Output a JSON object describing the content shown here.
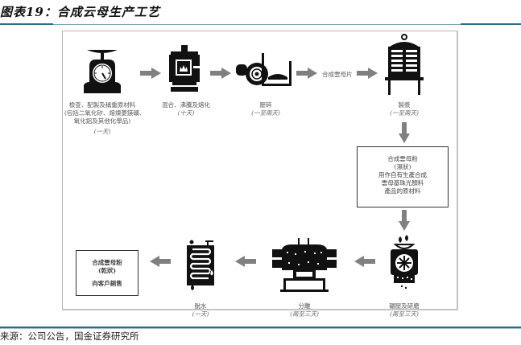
{
  "figure": {
    "title": "图表19：合成云母生产工艺",
    "source": "来源：公司公告，国金证券研究所"
  },
  "diagram": {
    "steps": [
      {
        "id": "inspect",
        "icon": "scale-icon",
        "lines": [
          "檢查、配製及稱重原材料",
          "(包括二氧化矽、熔煉菱鎂礦、",
          "氧化鋁及其他化學品)"
        ],
        "duration": "(一天)"
      },
      {
        "id": "mix",
        "icon": "furnace-icon",
        "lines": [
          "混合、沸騰及熔化"
        ],
        "duration": "(十天)"
      },
      {
        "id": "crush",
        "icon": "crusher-icon",
        "lines": [
          "壓碎"
        ],
        "duration": "(一至兩天)"
      },
      {
        "id": "intermediate",
        "text": "合成雲母片"
      },
      {
        "id": "peel",
        "icon": "press-icon",
        "lines": [
          "製漿"
        ],
        "duration": "(一至兩天)"
      },
      {
        "id": "wet-powder",
        "box_lines": [
          "合成雲母粉",
          "(濕狀)",
          "用作自有生產合成",
          "雲母基珠光顏料",
          "產品的原材料"
        ]
      },
      {
        "id": "grind",
        "icon": "grinder-icon",
        "lines": [
          "碾壓及研磨"
        ],
        "duration": "(兩至三天)"
      },
      {
        "id": "separate",
        "icon": "separator-icon",
        "lines": [
          "分離"
        ],
        "duration": "(兩至三天)"
      },
      {
        "id": "dewater",
        "icon": "dryer-icon",
        "lines": [
          "脫水"
        ],
        "duration": "(一天)"
      },
      {
        "id": "dry-powder",
        "box_lines": [
          "合成雲母粉",
          "(乾狀)",
          "",
          "向客戶銷售"
        ]
      }
    ]
  }
}
